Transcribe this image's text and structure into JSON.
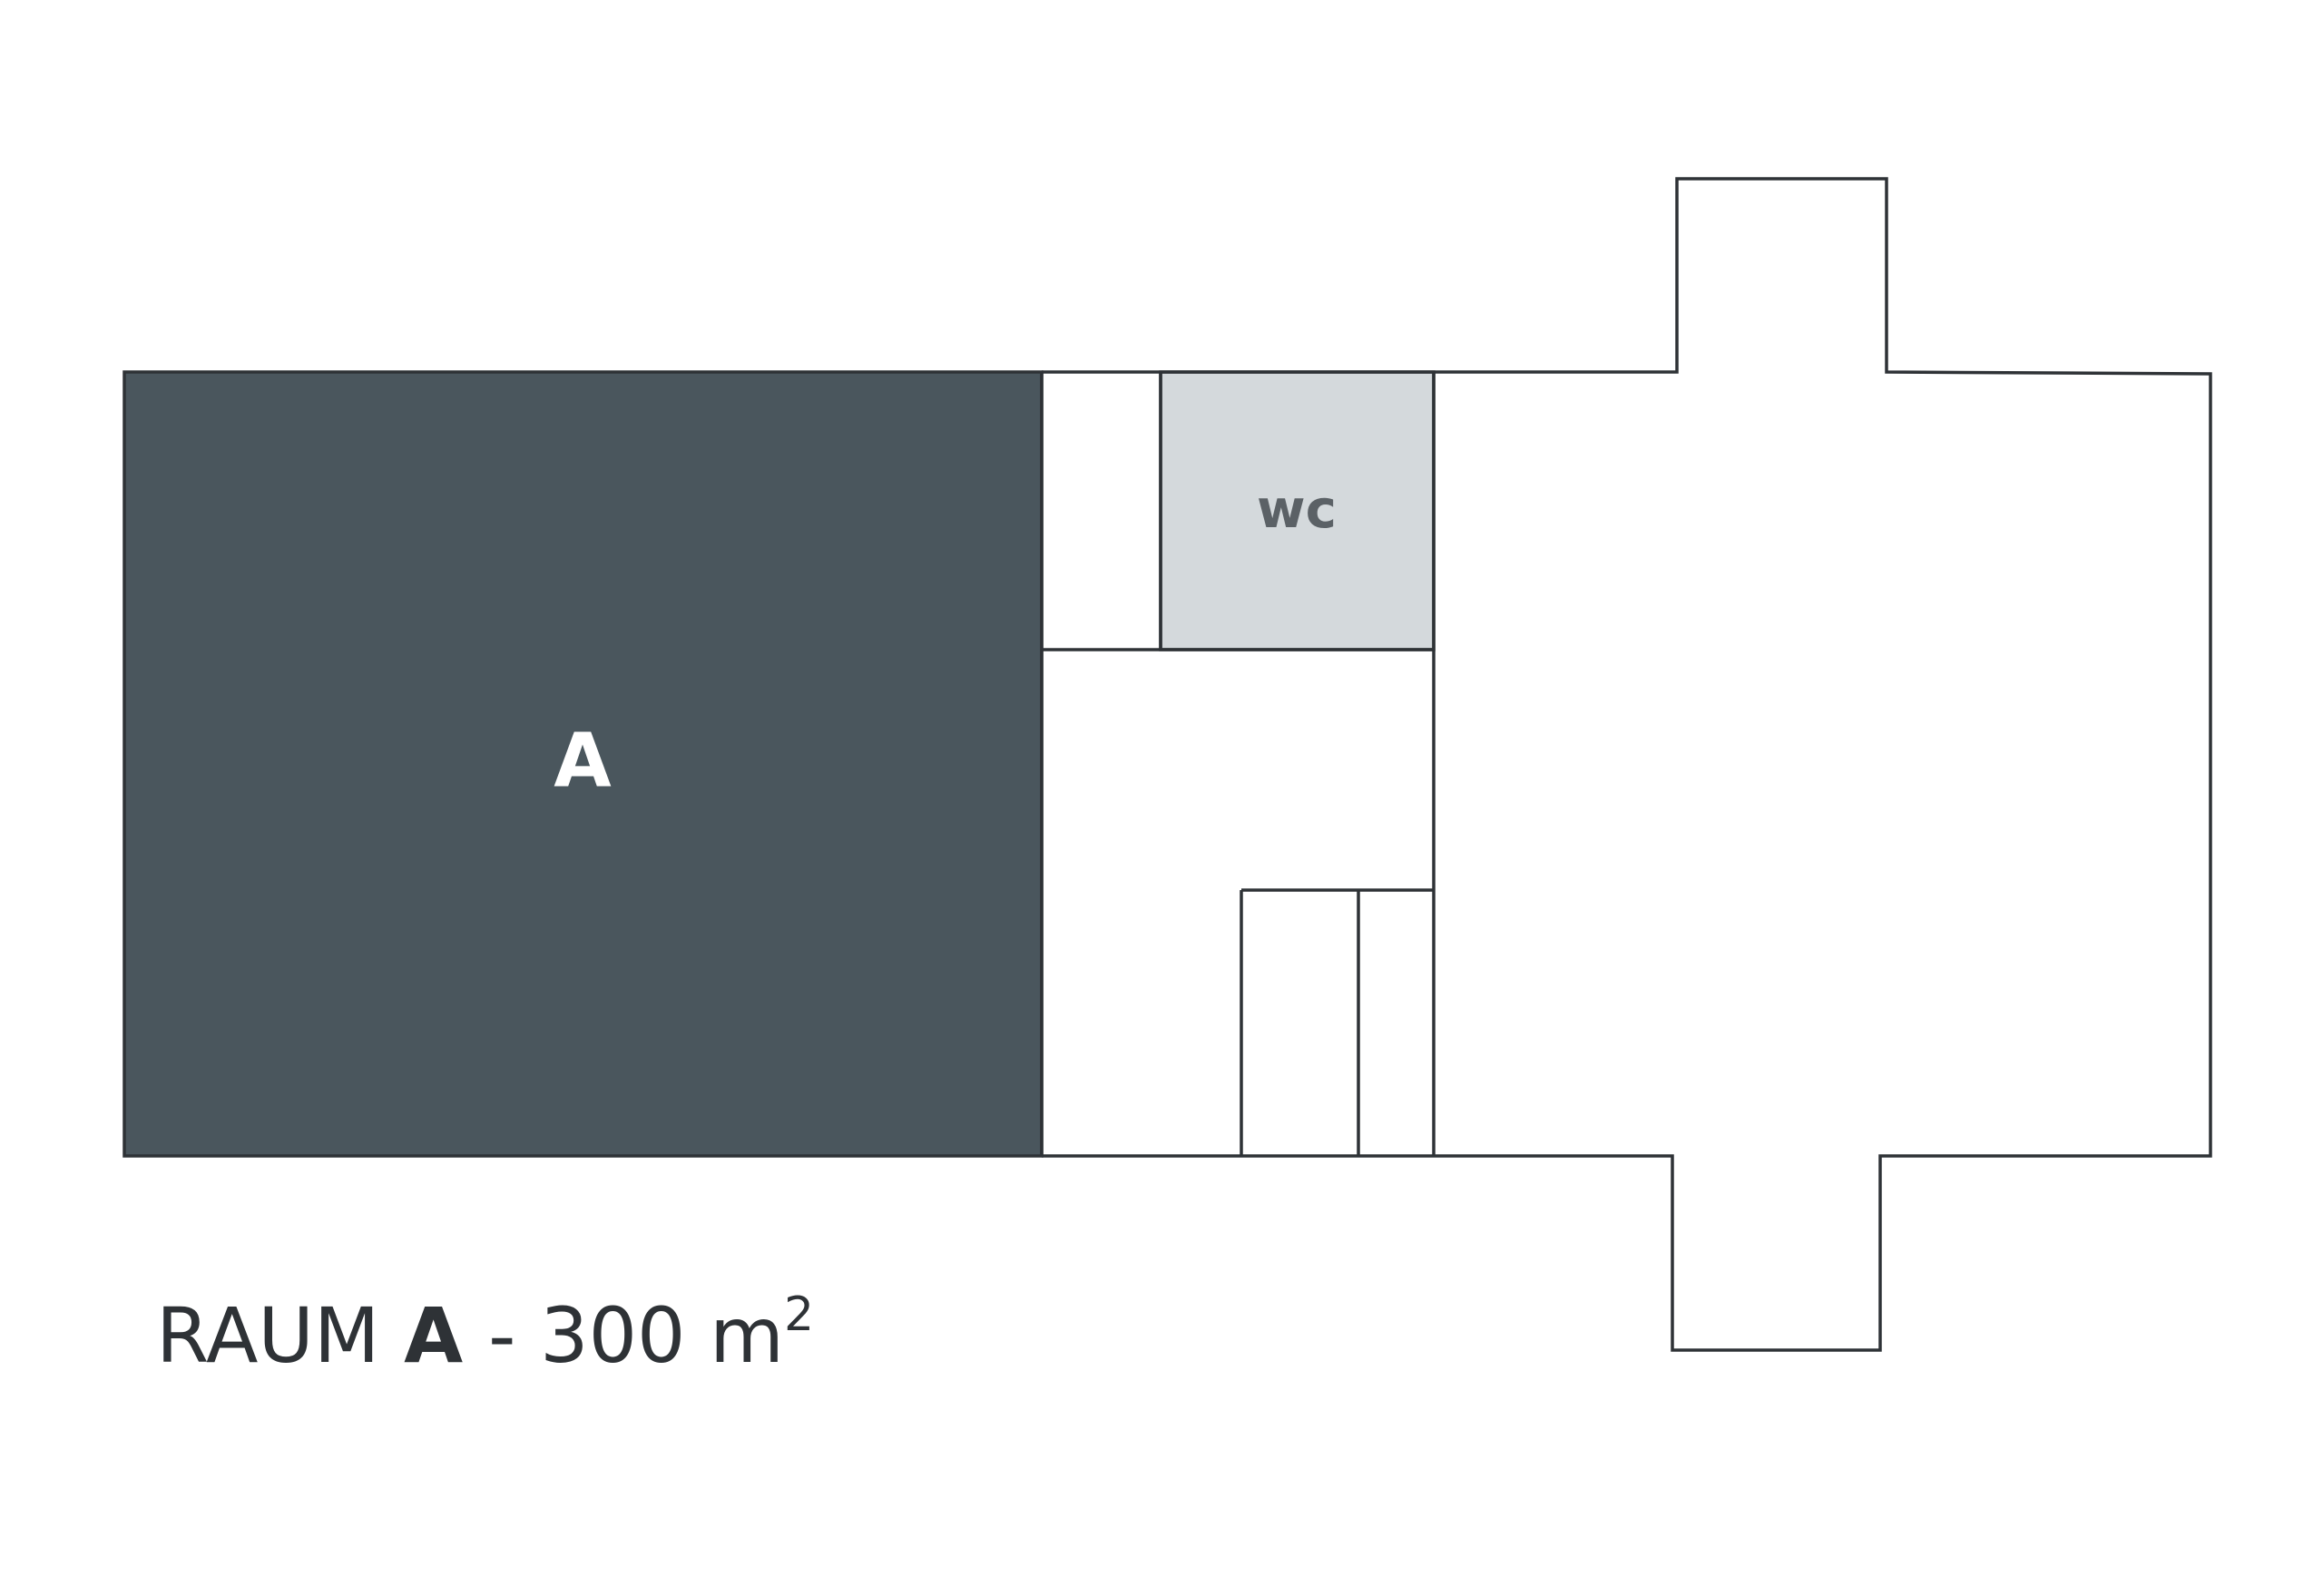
{
  "plan": {
    "highlight_room": {
      "label": "A",
      "fill_color": "#4a565d",
      "text_color": "#ffffff"
    },
    "wc_room": {
      "label": "wc",
      "fill_color": "#d4d9dc",
      "text_color": "#5b6166"
    },
    "wall_color": "#2e3236"
  },
  "caption": {
    "prefix": "RAUM",
    "room": "A",
    "separator": "-",
    "area_value": "300",
    "area_unit": "m",
    "area_exponent": "2"
  }
}
